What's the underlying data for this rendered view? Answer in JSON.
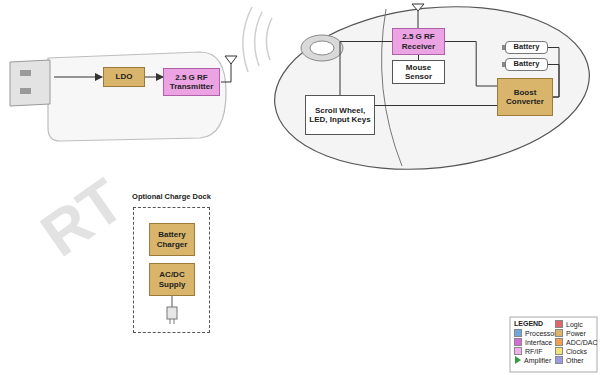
{
  "diagram": {
    "nodes": [
      {
        "text": [
          "LDO"
        ]
      },
      {
        "text": [
          "2.5 G RF Transmitter"
        ]
      },
      {
        "text": [
          "2.5 G RF Receiver"
        ]
      },
      {
        "text": [
          "Mouse Sensor"
        ]
      },
      {
        "text": [
          "Battery"
        ]
      },
      {
        "text": [
          "Battery"
        ]
      },
      {
        "text": [
          "Boost Converter"
        ]
      },
      {
        "text": [
          "Scroll Wheel, LED, Input Keys"
        ]
      },
      {
        "text": [
          "Optional Charge Dock"
        ]
      },
      {
        "text": [
          "Battery Charger"
        ],
        "in": 8
      },
      {
        "text": [
          "AC/DC Supply"
        ],
        "in": 8
      }
    ],
    "edges": [
      {
        "from": 0,
        "to": 1,
        "arrow": "to"
      },
      {
        "from": 2,
        "to": 3,
        "arrow": "none"
      },
      {
        "from": 2,
        "to": 7,
        "arrow": "none"
      },
      {
        "from": 6,
        "to": 2,
        "arrow": "none"
      },
      {
        "from": 6,
        "to": 7,
        "arrow": "none"
      },
      {
        "from": 4,
        "to": 6,
        "arrow": "none"
      },
      {
        "from": 5,
        "to": 6,
        "arrow": "none"
      }
    ],
    "labels": [
      "RT",
      "LEGEND"
    ],
    "legend": [
      {
        "text": "Processor",
        "color": "#6fa8dc"
      },
      {
        "text": "Interface",
        "color": "#d36ad6"
      },
      {
        "text": "RF/IF",
        "color": "#f2aef0"
      },
      {
        "text": "Amplifier"
      },
      {
        "text": "Logic",
        "color": "#e06666"
      },
      {
        "text": "Power",
        "color": "#d8b56a"
      },
      {
        "text": "ADC/DAC",
        "color": "#f0a050"
      },
      {
        "text": "Clocks",
        "color": "#f5e27a"
      },
      {
        "text": "Other",
        "color": "#9b9be0"
      }
    ]
  }
}
